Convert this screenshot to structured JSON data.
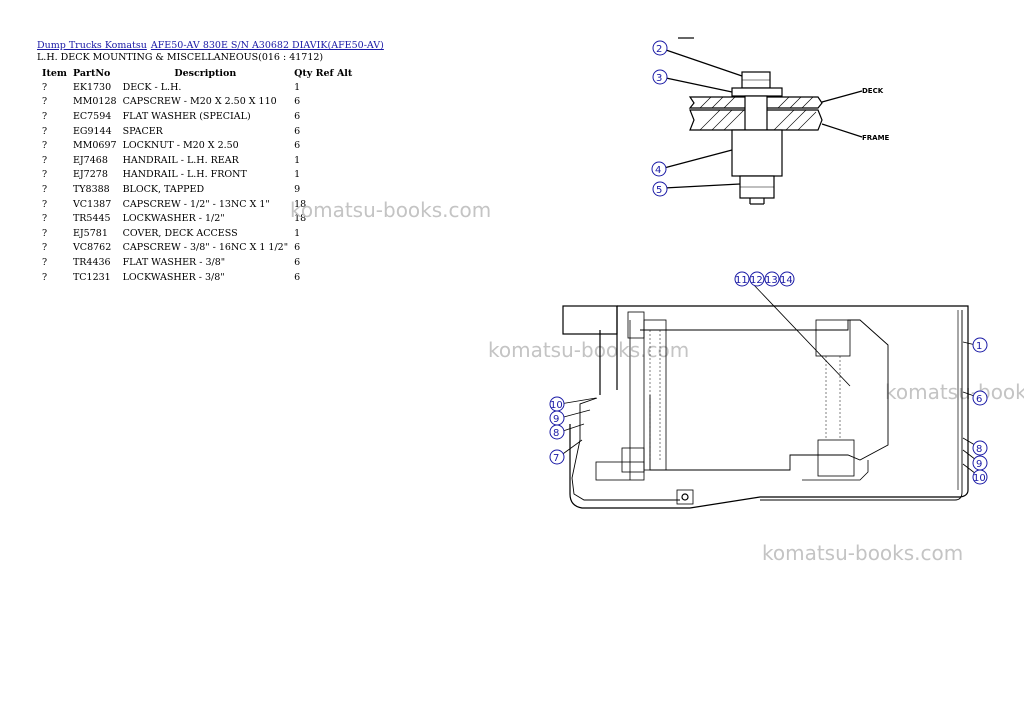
{
  "breadcrumb": {
    "link1": "Dump Trucks Komatsu",
    "link2": "AFE50-AV 830E S/N A30682 DIAVIK(AFE50-AV)"
  },
  "title": "L.H. DECK MOUNTING & MISCELLANEOUS(016 : 41712)",
  "table": {
    "headers": {
      "item": "Item",
      "partno": "PartNo",
      "description": "Description",
      "qty": "Qty",
      "ref": "Ref",
      "alt": "Alt"
    },
    "rows": [
      {
        "item": "?",
        "partno": "EK1730",
        "description": "DECK - L.H.",
        "qty": "1"
      },
      {
        "item": "?",
        "partno": "MM0128",
        "description": "CAPSCREW - M20 X 2.50 X 110",
        "qty": "6"
      },
      {
        "item": "?",
        "partno": "EC7594",
        "description": "FLAT WASHER (SPECIAL)",
        "qty": "6"
      },
      {
        "item": "?",
        "partno": "EG9144",
        "description": "SPACER",
        "qty": "6"
      },
      {
        "item": "?",
        "partno": "MM0697",
        "description": "LOCKNUT - M20 X 2.50",
        "qty": "6"
      },
      {
        "item": "?",
        "partno": "EJ7468",
        "description": "HANDRAIL - L.H. REAR",
        "qty": "1"
      },
      {
        "item": "?",
        "partno": "EJ7278",
        "description": "HANDRAIL - L.H. FRONT",
        "qty": "1"
      },
      {
        "item": "?",
        "partno": "TY8388",
        "description": "BLOCK, TAPPED",
        "qty": "9"
      },
      {
        "item": "?",
        "partno": "VC1387",
        "description": "CAPSCREW - 1/2\" - 13NC X 1\"",
        "qty": "18"
      },
      {
        "item": "?",
        "partno": "TR5445",
        "description": "LOCKWASHER - 1/2\"",
        "qty": "18"
      },
      {
        "item": "?",
        "partno": "EJ5781",
        "description": "COVER, DECK ACCESS",
        "qty": "1"
      },
      {
        "item": "?",
        "partno": "VC8762",
        "description": "CAPSCREW - 3/8\" - 16NC X 1 1/2\"",
        "qty": "6"
      },
      {
        "item": "?",
        "partno": "TR4436",
        "description": "FLAT WASHER - 3/8\"",
        "qty": "6"
      },
      {
        "item": "?",
        "partno": "TC1231",
        "description": "LOCKWASHER - 3/8\"",
        "qty": "6"
      }
    ]
  },
  "watermarks": [
    "komatsu-books.com",
    "komatsu-books.com",
    "komatsu-books.com",
    "komatsu-books.com"
  ],
  "diagram": {
    "labels": {
      "deck": "DECK",
      "frame": "FRAME"
    },
    "callouts_top": [
      "2",
      "3",
      "4",
      "5"
    ],
    "callouts_top_group": [
      "11",
      "12",
      "13",
      "14"
    ],
    "callouts_left": [
      "10",
      "9",
      "8",
      "7"
    ],
    "callouts_right": [
      "1",
      "6",
      "8",
      "9",
      "10"
    ]
  }
}
